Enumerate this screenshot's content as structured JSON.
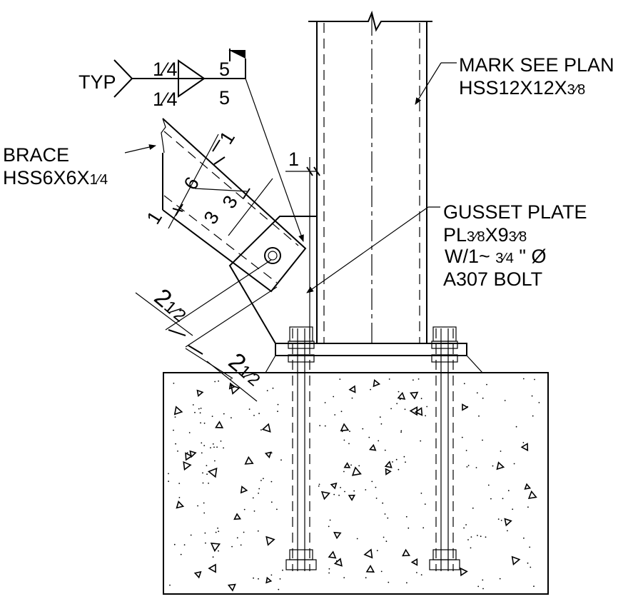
{
  "weld": {
    "typ": "TYP",
    "top_frac": "1⁄4",
    "bot_frac": "1⁄4",
    "top_len": "5",
    "bot_len": "5"
  },
  "column_note": {
    "line1": "MARK SEE PLAN",
    "line2_pre": "HSS12X12X",
    "line2_frac": "3⁄8"
  },
  "brace_note": {
    "line1": "BRACE",
    "line2_pre": "HSS6X6X",
    "line2_frac": "1⁄4"
  },
  "gusset_note": {
    "line1": "GUSSET PLATE",
    "line2_pre": "PL",
    "line2_frac1": "3⁄8",
    "line2_mid": "X9",
    "line2_frac2": "3⁄8",
    "line3_pre": "W/1~ ",
    "line3_frac": "3⁄4",
    "line3_post": " \" Ø",
    "line4": "A307 BOLT"
  },
  "dims": {
    "gap": "1",
    "brace_1_top": "1",
    "brace_6": "6",
    "brace_3a": "3",
    "brace_3b": "3",
    "brace_1_bot": "1",
    "d_2half_a": "2",
    "d_2half_a_frac": "1⁄2",
    "d_2half_b": "2",
    "d_2half_b_frac": "1⁄2"
  }
}
